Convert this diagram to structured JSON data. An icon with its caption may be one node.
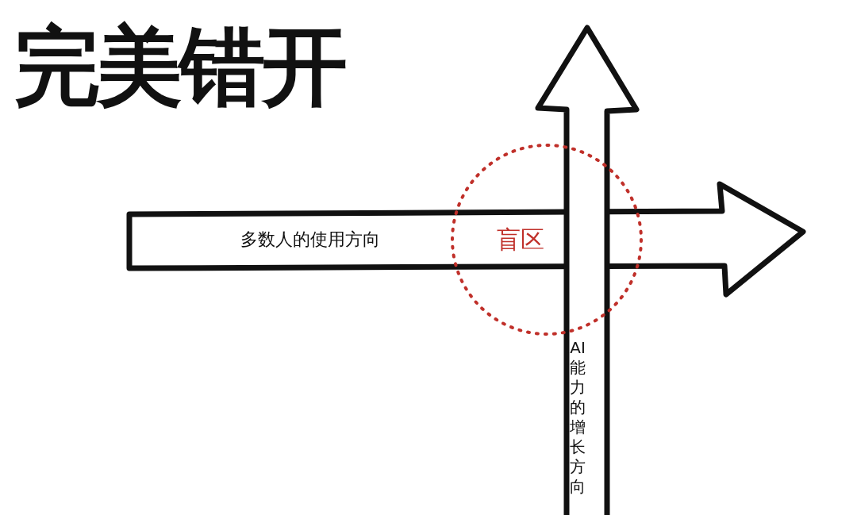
{
  "diagram": {
    "title": "完美错开",
    "nodes": [
      {
        "text": [
          "多数人的使用方向"
        ]
      },
      {
        "text": [
          "AI能力的增长方向"
        ]
      },
      {
        "text": [
          "盲区"
        ]
      }
    ]
  }
}
